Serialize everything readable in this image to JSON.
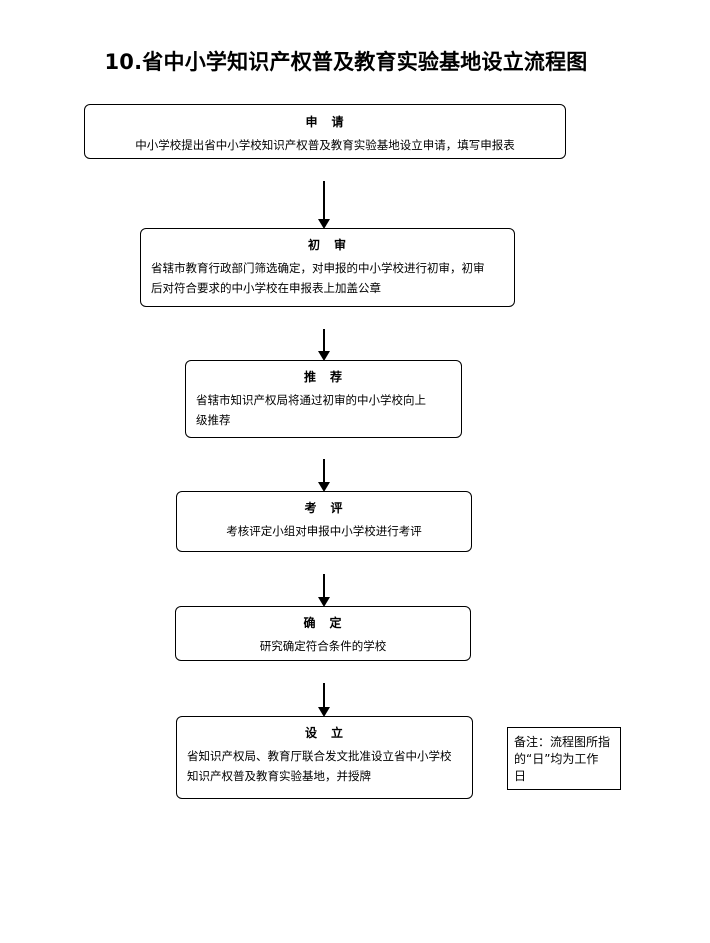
{
  "title": "10.省中小学知识产权普及教育实验基地设立流程图",
  "steps": [
    {
      "title": "申　请",
      "lines": [
        "中小学校提出省中小学校知识产权普及教育实验基地设立申请，填写申报表"
      ]
    },
    {
      "title": "初　审",
      "lines": [
        "省辖市教育行政部门筛选确定，对申报的中小学校进行初审，初审",
        "后对符合要求的中小学校在申报表上加盖公章"
      ]
    },
    {
      "title": "推　荐",
      "lines": [
        "省辖市知识产权局将通过初审的中小学校向上",
        "级推荐"
      ]
    },
    {
      "title": "考　评",
      "lines": [
        "考核评定小组对申报中小学校进行考评"
      ]
    },
    {
      "title": "确　定",
      "lines": [
        "研究确定符合条件的学校"
      ]
    },
    {
      "title": "设　立",
      "lines": [
        "省知识产权局、教育厅联合发文批准设立省中小学校",
        "知识产权普及教育实验基地，并授牌"
      ]
    }
  ],
  "note": {
    "lines": [
      "备注：流程图所指",
      "的“日”均为工作",
      "日"
    ]
  }
}
